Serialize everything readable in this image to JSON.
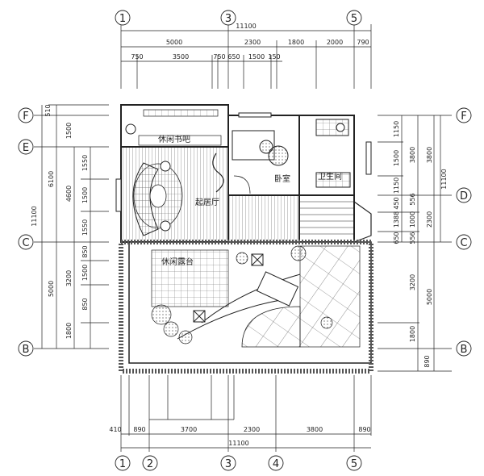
{
  "axes": {
    "top": [
      "1",
      "3",
      "5"
    ],
    "bottom": [
      "1",
      "2",
      "3",
      "4",
      "5"
    ],
    "left": [
      "F",
      "E",
      "C",
      "B"
    ],
    "right": [
      "F",
      "D",
      "C",
      "B"
    ]
  },
  "dims": {
    "top": {
      "total": "11100",
      "row1": [
        "5000",
        "2300",
        "1800",
        "2000",
        "790"
      ],
      "row2": [
        "750",
        "3500",
        "750",
        "650",
        "1500",
        "150"
      ]
    },
    "bottom": {
      "row1": [
        "410",
        "890",
        "3700",
        "2300",
        "3800",
        "890"
      ],
      "total": "11100"
    },
    "left": [
      "510",
      "1500",
      "6100",
      "11100",
      "4600",
      "1550",
      "1500",
      "1550",
      "850",
      "3200",
      "1500",
      "5000",
      "850",
      "1800"
    ],
    "right": [
      "1150",
      "1500",
      "3800",
      "3800",
      "1150",
      "556",
      "450",
      "1000",
      "1388",
      "2300",
      "650",
      "556",
      "3200",
      "5000",
      "1800",
      "11100",
      "890"
    ]
  },
  "rooms": {
    "living": "起居厅",
    "study": "休闲书吧",
    "bedroom": "卧室",
    "bath": "卫生间",
    "terrace": "休闲露台"
  }
}
